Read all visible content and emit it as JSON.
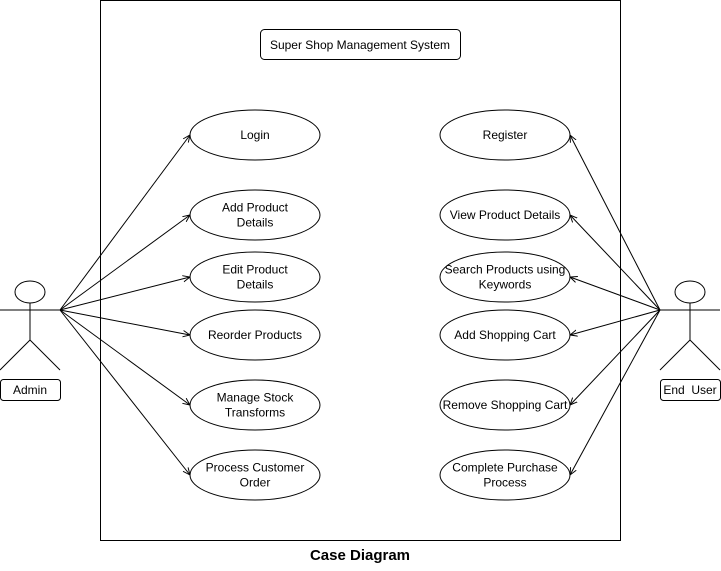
{
  "diagram": {
    "system_title": "Super Shop Management System",
    "caption": "Case Diagram",
    "actors": {
      "admin": "Admin",
      "end_user": "End  User"
    },
    "admin_use_cases": [
      [
        "Login"
      ],
      [
        "Add Product",
        "Details"
      ],
      [
        "Edit Product",
        "Details"
      ],
      [
        "Reorder Products"
      ],
      [
        "Manage Stock",
        "Transforms"
      ],
      [
        "Process Customer",
        "Order"
      ]
    ],
    "user_use_cases": [
      [
        "Register"
      ],
      [
        "View Product Details"
      ],
      [
        "Search Products using",
        "Keywords"
      ],
      [
        "Add Shopping Cart"
      ],
      [
        "Remove Shopping Cart"
      ],
      [
        "Complete Purchase",
        "Process"
      ]
    ]
  }
}
